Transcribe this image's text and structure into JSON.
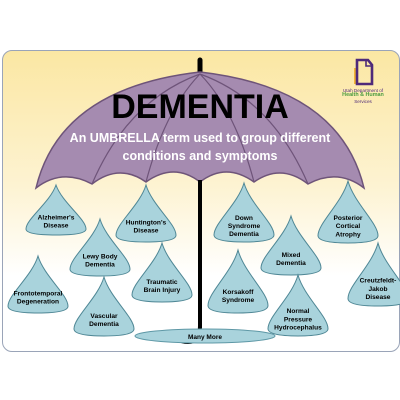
{
  "title": "DEMENTIA",
  "subtitle": [
    "An UMBRELLA term used to group different",
    "conditions and symptoms"
  ],
  "logo": {
    "line1": "Utah Department of",
    "line2": "Health & Human",
    "line3": "Services",
    "color_purple": "#4e2a7a",
    "color_green": "#4a9b3f",
    "color_gold": "#f2b534"
  },
  "umbrella_color": "#a58bb0",
  "drop_color": "#a9d3dc",
  "drops": [
    {
      "lines": [
        "Alzheimer's",
        "Disease"
      ]
    },
    {
      "lines": [
        "Huntington's",
        "Disease"
      ]
    },
    {
      "lines": [
        "Lewy Body",
        "Dementia"
      ]
    },
    {
      "lines": [
        "Frontotemporal",
        "Degeneration"
      ]
    },
    {
      "lines": [
        "Traumatic",
        "Brain Injury"
      ]
    },
    {
      "lines": [
        "Vascular",
        "Dementia"
      ]
    },
    {
      "lines": [
        "Down",
        "Syndrome",
        "Dementia"
      ]
    },
    {
      "lines": [
        "Posterior",
        "Cortical",
        "Atrophy"
      ]
    },
    {
      "lines": [
        "Mixed",
        "Dementia"
      ]
    },
    {
      "lines": [
        "Korsakoff",
        "Syndrome"
      ]
    },
    {
      "lines": [
        "Creutzfeldt-",
        "Jakob",
        "Disease"
      ]
    },
    {
      "lines": [
        "Normal",
        "Pressure",
        "Hydrocephalus"
      ]
    }
  ],
  "puddle_label": "Many More"
}
